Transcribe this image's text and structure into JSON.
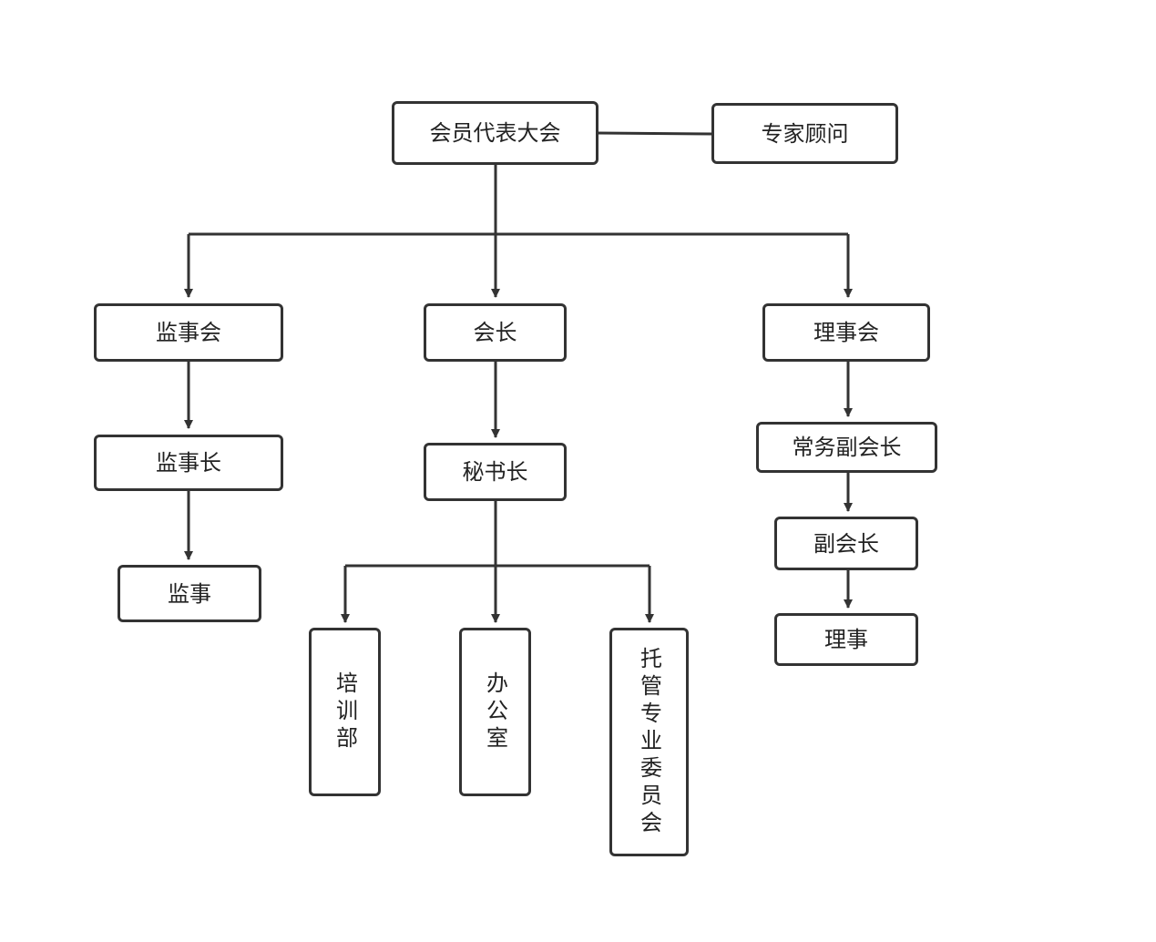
{
  "nodes": {
    "assembly": "会员代表大会",
    "expert_advisor": "专家顾问",
    "supervisory_board": "监事会",
    "president": "会长",
    "council": "理事会",
    "chief_supervisor": "监事长",
    "secretary_general": "秘书长",
    "executive_vice_president": "常务副会长",
    "supervisor": "监事",
    "vice_president": "副会长",
    "director": "理事",
    "training_dept": "培训部",
    "office": "办公室",
    "trusteeship_committee": "托管专业委员会"
  },
  "colors": {
    "line": "#333333",
    "border": "#333333",
    "text": "#222222",
    "background": "#ffffff"
  }
}
